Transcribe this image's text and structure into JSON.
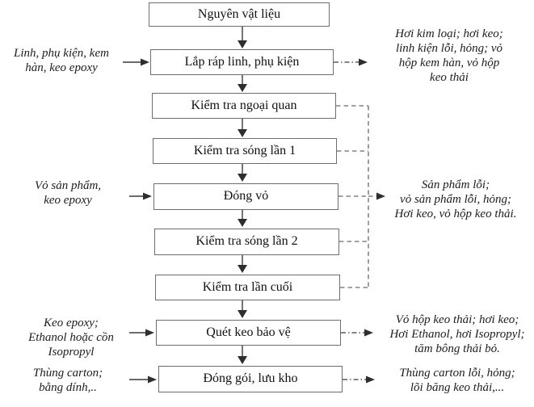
{
  "diagram": {
    "type": "process-flowchart",
    "boxes": [
      {
        "label": "Nguyên vật liệu"
      },
      {
        "label": "Lắp ráp linh, phụ kiện"
      },
      {
        "label": "Kiểm tra ngoại quan"
      },
      {
        "label": "Kiểm tra sóng lần 1"
      },
      {
        "label": "Đóng vỏ"
      },
      {
        "label": "Kiểm tra sóng lần 2"
      },
      {
        "label": "Kiểm tra lần cuối"
      },
      {
        "label": "Quét keo bảo vệ"
      },
      {
        "label": "Đóng gói, lưu kho"
      }
    ],
    "inputs": [
      {
        "label": "Linh, phụ kiện, kem\nhàn, keo epoxy",
        "target": "Lắp ráp linh, phụ kiện"
      },
      {
        "label": "Vỏ sản phẩm,\nkeo epoxy",
        "target": "Đóng vỏ"
      },
      {
        "label": "Keo epoxy;\nEthanol hoặc cồn\nIsopropyl",
        "target": "Quét keo bảo vệ"
      },
      {
        "label": "Thùng carton;\nbằng dính,..",
        "target": "Đóng gói, lưu kho"
      }
    ],
    "outputs": [
      {
        "label": "Hơi kim loại; hơi keo;\nlinh kiện lỗi, hỏng; vỏ\nhộp kem hàn, vỏ hộp\nkeo thải",
        "source": "Lắp ráp linh, phụ kiện"
      },
      {
        "label": "Sản phẩm lỗi;\nvỏ sản phẩm lỗi, hỏng;\nHơi keo, vỏ hộp keo thải.",
        "source": "Kiểm tra ngoại quan; Kiểm tra sóng lần 1; Đóng vỏ; Kiểm tra sóng lần 2; Kiểm tra lần cuối"
      },
      {
        "label": "Vỏ hộp keo thải; hơi keo;\nHơi Ethanol, hơi Isopropyl;\ntăm bông thải bỏ.",
        "source": "Quét keo bảo vệ"
      },
      {
        "label": "Thùng carton lỗi, hỏng;\nlõi băng keo thải,...",
        "source": "Đóng gói, lưu kho"
      }
    ],
    "colors": {
      "box_border": "#6e6e6e",
      "box_fill": "#ffffff",
      "text": "#111111",
      "arrow": "#3a3a3a",
      "dashed_line": "#6a6a6a",
      "background": "#ffffff"
    }
  }
}
